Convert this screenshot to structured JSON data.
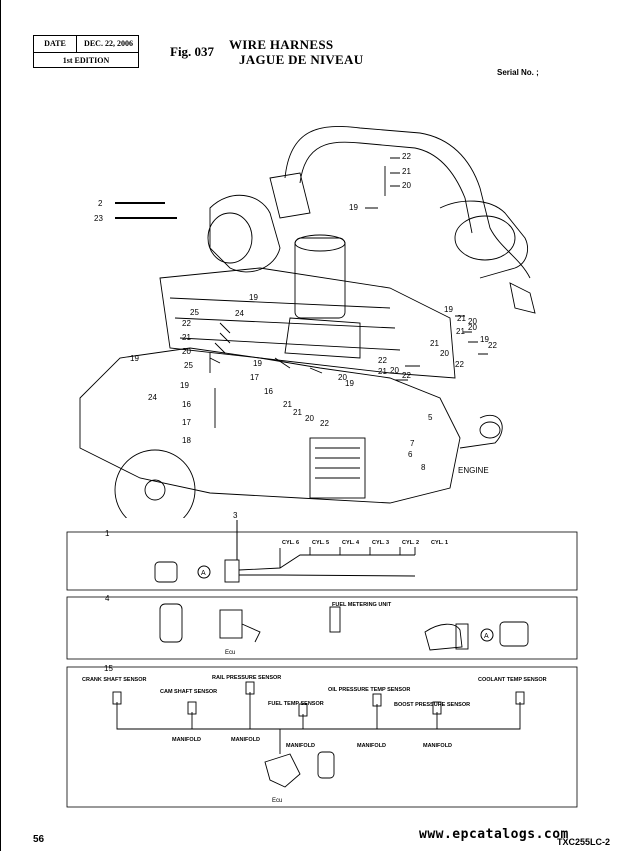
{
  "header": {
    "date_label": "DATE",
    "date_value": "DEC. 22, 2006",
    "edition": "1st EDITION",
    "fig_number": "Fig. 037",
    "title_en": "WIRE HARNESS",
    "title_fr": "JAGUE DE NIVEAU",
    "serial_label": "Serial No. ;"
  },
  "engine_diagram": {
    "engine_label": "ENGINE",
    "callouts": [
      "22",
      "21",
      "20",
      "19",
      "2",
      "23",
      "25",
      "19",
      "24",
      "22",
      "21",
      "20",
      "19",
      "25",
      "19",
      "24",
      "16",
      "17",
      "18",
      "19",
      "16",
      "17",
      "21",
      "20",
      "22",
      "21",
      "20",
      "19",
      "22",
      "21",
      "20",
      "22",
      "21",
      "20",
      "19",
      "22",
      "21",
      "20",
      "19",
      "5",
      "6",
      "7",
      "8",
      "22",
      "21",
      "20"
    ]
  },
  "detail_1": {
    "item": "1",
    "item3": "3",
    "cylinders": [
      "CYL. 6",
      "CYL. 5",
      "CYL. 4",
      "CYL. 3",
      "CYL. 2",
      "CYL. 1"
    ],
    "connector_label": "A"
  },
  "detail_4": {
    "item": "4",
    "fuel_metering_unit": "FUEL METERING UNIT",
    "ecu": "Ecu",
    "connector_label": "A"
  },
  "detail_15": {
    "item": "15",
    "sensors": {
      "crank": "CRANK SHAFT SENSOR",
      "cam": "CAM SHAFT SENSOR",
      "rail": "RAIL PRESSURE SENSOR",
      "fuel_temp": "FUEL TEMP SENSOR",
      "oil": "OIL PRESSURE TEMP SENSOR",
      "boost": "BOOST PRESSURE SENSOR",
      "coolant": "COOLANT TEMP SENSOR"
    },
    "manifold": "MANIFOLD",
    "ecu": "Ecu"
  },
  "footer": {
    "page_number": "56",
    "watermark": "www.epcatalogs.com",
    "model": "TXC255LC-2"
  }
}
